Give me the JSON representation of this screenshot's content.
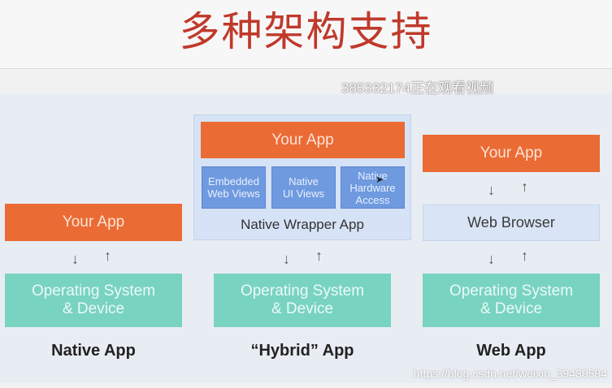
{
  "header": {
    "title": "多种架构支持"
  },
  "overlay": {
    "viewer_text": "385332174正在观看视频"
  },
  "native": {
    "your_app": "Your App",
    "os_line1": "Operating System",
    "os_line2": "& Device",
    "label": "Native App"
  },
  "hybrid": {
    "your_app": "Your App",
    "embedded_line1": "Embedded",
    "embedded_line2": "Web Views",
    "native_ui_line1": "Native",
    "native_ui_line2": "UI Views",
    "hw_line1": "Native",
    "hw_line2": "Hardware",
    "hw_line3": "Access",
    "wrapper": "Native Wrapper App",
    "os_line1": "Operating System",
    "os_line2": "& Device",
    "label": "“Hybrid” App"
  },
  "web": {
    "your_app": "Your App",
    "browser": "Web Browser",
    "os_line1": "Operating System",
    "os_line2": "& Device",
    "label": "Web App"
  },
  "arrows": {
    "down": "↓",
    "up": "↑"
  },
  "footer": {
    "url": "https://blog.csdn.net/weixin_39430584"
  },
  "colors": {
    "orange": "#eb6b35",
    "teal": "#79d3c1",
    "blue": "#6f9ae0",
    "title_red": "#c0392b"
  }
}
